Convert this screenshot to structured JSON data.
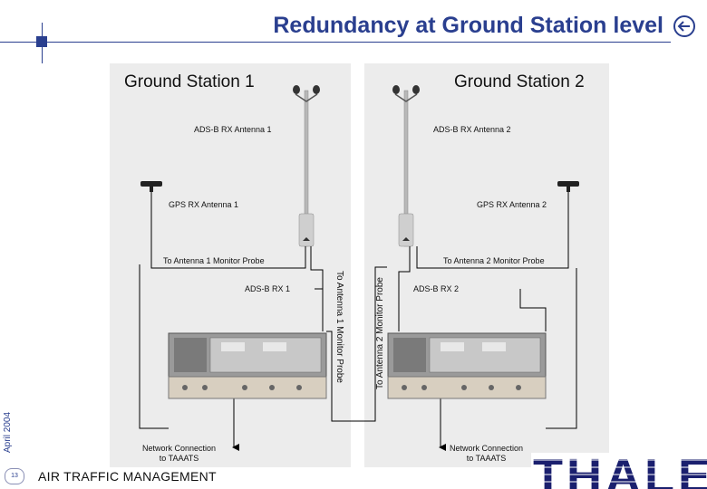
{
  "header": {
    "title": "Redundancy at Ground Station level",
    "back_icon": "back-arrow-icon"
  },
  "stations": [
    {
      "title": "Ground Station 1",
      "adsb_antenna": "ADS-B RX Antenna 1",
      "gps_antenna": "GPS RX Antenna 1",
      "monitor_probe": "To Antenna 1 Monitor Probe",
      "receiver": "ADS-B RX 1",
      "cross_probe": "To Antenna 1 Monitor Probe",
      "network": "Network Connection\nto TAAATS"
    },
    {
      "title": "Ground Station 2",
      "adsb_antenna": "ADS-B RX Antenna 2",
      "gps_antenna": "GPS RX Antenna 2",
      "monitor_probe": "To Antenna 2 Monitor Probe",
      "receiver": "ADS-B RX 2",
      "cross_probe": "To Antenna 2 Monitor Probe",
      "network": "Network Connection\nto TAAATS"
    }
  ],
  "footer": {
    "page_number": "13",
    "text": "AIR TRAFFIC MANAGEMENT",
    "date": "April 2004",
    "logo_text": "THALES"
  },
  "colors": {
    "title": "#2a3f8f",
    "panel": "#ececec",
    "logo": "#1a1f6e"
  }
}
